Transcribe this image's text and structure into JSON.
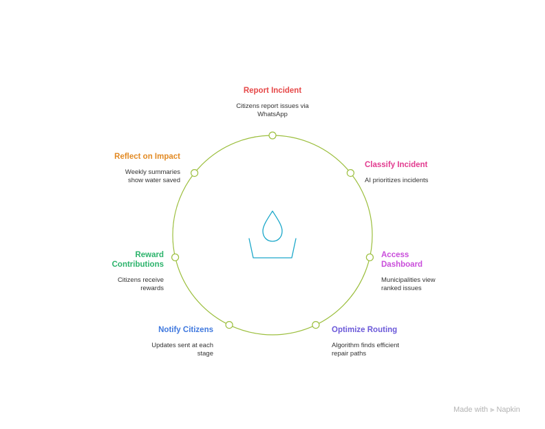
{
  "colors": {
    "ring": "#9bbe3c",
    "icon": "#1aa7c9",
    "report": "#e64848",
    "classify": "#e23b8f",
    "dashboard": "#c94ddb",
    "routing": "#6b59d9",
    "notify": "#3f78de",
    "reward": "#2bb36b",
    "reflect": "#e28a24"
  },
  "icons": {
    "center": "water-drop-basin-icon",
    "brand": "napkin-logo-icon"
  },
  "steps": [
    {
      "key": "report",
      "title": "Report Incident",
      "desc": "Citizens report issues via WhatsApp"
    },
    {
      "key": "classify",
      "title": "Classify Incident",
      "desc": "AI prioritizes incidents"
    },
    {
      "key": "dashboard",
      "title": "Access Dashboard",
      "desc": "Municipalities view ranked issues"
    },
    {
      "key": "routing",
      "title": "Optimize Routing",
      "desc": "Algorithm finds efficient repair paths"
    },
    {
      "key": "notify",
      "title": "Notify Citizens",
      "desc": "Updates sent at each stage"
    },
    {
      "key": "reward",
      "title": "Reward Contributions",
      "desc": "Citizens receive rewards"
    },
    {
      "key": "reflect",
      "title": "Reflect on Impact",
      "desc": "Weekly summaries show water saved"
    }
  ],
  "watermark": {
    "prefix": "Made with",
    "brand": "Napkin"
  }
}
